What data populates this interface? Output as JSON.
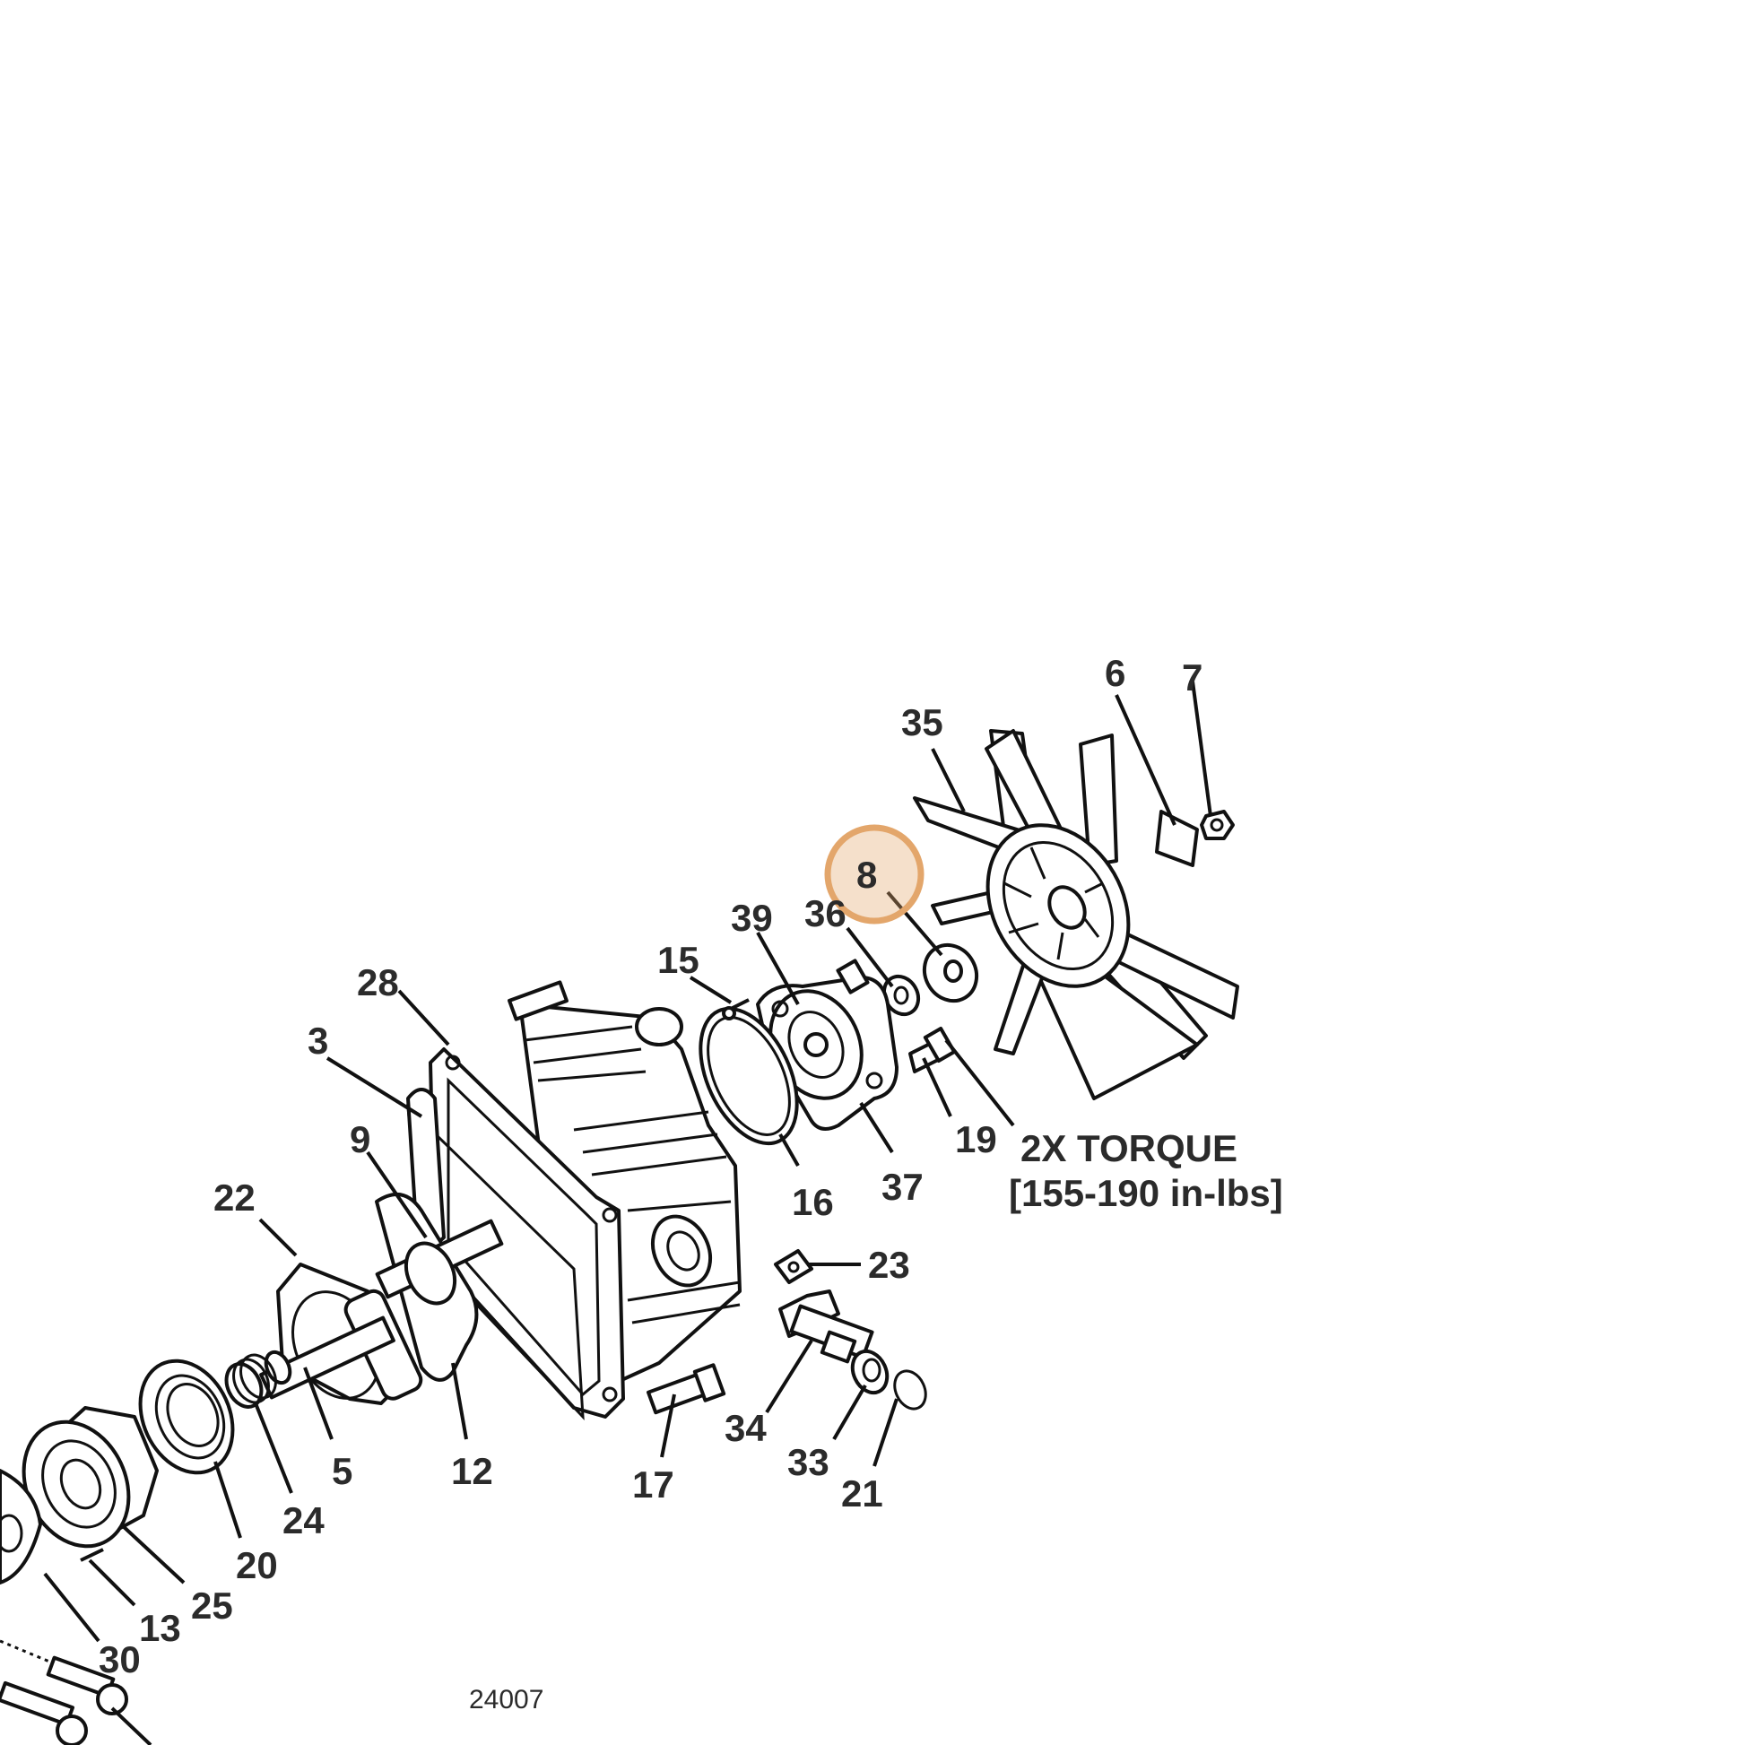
{
  "highlight_color": "#e3a66b",
  "highlight_label": "8",
  "callouts": [
    "35",
    "6",
    "7",
    "39",
    "36",
    "15",
    "28",
    "3",
    "9",
    "22",
    "19",
    "16",
    "37",
    "23",
    "34",
    "33",
    "21",
    "17",
    "12",
    "5",
    "24",
    "20",
    "25",
    "13",
    "30"
  ],
  "torque_note": {
    "line1": "2X TORQUE",
    "line2": "[155-190 in-lbs]"
  },
  "drawing_number": "24007"
}
